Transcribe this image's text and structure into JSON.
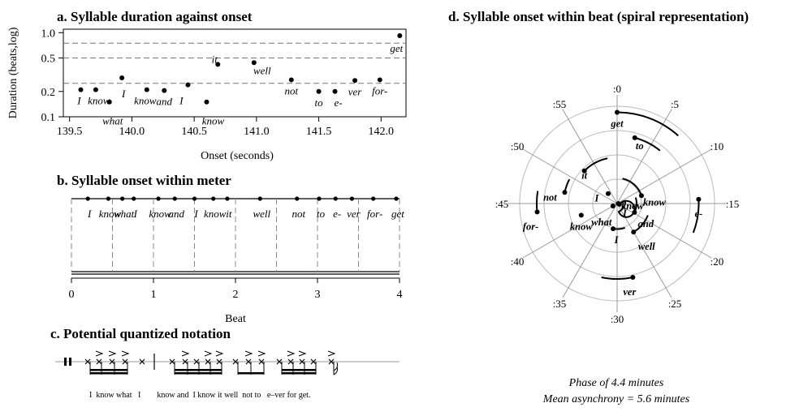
{
  "chart_data": [
    {
      "type": "scatter",
      "title": "a. Syllable duration against onset",
      "xlabel": "Onset (seconds)",
      "ylabel": "Duration (beats,log)",
      "x_ticks": [
        "139.5",
        "140.0",
        "140.5",
        "141.0",
        "141.5",
        "142.0"
      ],
      "y_ticks": [
        "0.1",
        "0.2",
        "0.5",
        "1.0"
      ],
      "xlim": [
        139.45,
        142.2
      ],
      "ylim": [
        0.1,
        1.1
      ],
      "y_scale": "log",
      "reference_lines": [
        0.25,
        0.5,
        0.75
      ],
      "points": [
        {
          "label": "I",
          "x": 139.59,
          "y": 0.21
        },
        {
          "label": "know",
          "x": 139.71,
          "y": 0.21
        },
        {
          "label": "what",
          "x": 139.82,
          "y": 0.15
        },
        {
          "label": "I",
          "x": 139.92,
          "y": 0.29
        },
        {
          "label": "know",
          "x": 140.12,
          "y": 0.21
        },
        {
          "label": "and",
          "x": 140.26,
          "y": 0.205
        },
        {
          "label": "I",
          "x": 140.45,
          "y": 0.24
        },
        {
          "label": "know",
          "x": 140.6,
          "y": 0.15
        },
        {
          "label": "it",
          "x": 140.69,
          "y": 0.42
        },
        {
          "label": "well",
          "x": 140.98,
          "y": 0.44
        },
        {
          "label": "not",
          "x": 141.28,
          "y": 0.275
        },
        {
          "label": "to",
          "x": 141.5,
          "y": 0.2
        },
        {
          "label": "e-",
          "x": 141.63,
          "y": 0.2
        },
        {
          "label": "ver",
          "x": 141.79,
          "y": 0.27
        },
        {
          "label": "for-",
          "x": 141.99,
          "y": 0.275
        },
        {
          "label": "get",
          "x": 142.15,
          "y": 0.92
        }
      ]
    },
    {
      "type": "scatter",
      "title": "b. Syllable onset within meter",
      "xlabel": "Beat",
      "x_ticks": [
        "0",
        "1",
        "2",
        "3",
        "4"
      ],
      "xlim": [
        0,
        4
      ],
      "subdivision_lines": [
        0.5,
        1,
        1.5,
        2,
        2.5,
        3,
        3.5
      ],
      "onsets": [
        {
          "label": "I",
          "beat": 0.2
        },
        {
          "label": "know",
          "beat": 0.45
        },
        {
          "label": "what",
          "beat": 0.62
        },
        {
          "label": "I",
          "beat": 0.76
        },
        {
          "label": "know",
          "beat": 1.06
        },
        {
          "label": "and",
          "beat": 1.26
        },
        {
          "label": "I",
          "beat": 1.5
        },
        {
          "label": "know",
          "beat": 1.73
        },
        {
          "label": "it",
          "beat": 1.9
        },
        {
          "label": "well",
          "beat": 2.3
        },
        {
          "label": "not",
          "beat": 2.75
        },
        {
          "label": "to",
          "beat": 3.02
        },
        {
          "label": "e-",
          "beat": 3.22
        },
        {
          "label": "ver",
          "beat": 3.42
        },
        {
          "label": "for-",
          "beat": 3.68
        },
        {
          "label": "get",
          "beat": 3.96
        }
      ]
    },
    {
      "type": "table",
      "title": "c. Potential quantized notation",
      "lyrics": "I  know what   I        know and  I know it well  not to   e–ver for get."
    },
    {
      "type": "scatter",
      "title": "d. Syllable onset within beat (spiral representation)",
      "angle_labels": [
        ":0",
        ":5",
        ":10",
        ":15",
        ":20",
        ":25",
        ":30",
        ":35",
        ":40",
        ":45",
        ":50",
        ":55"
      ],
      "rings": 4,
      "phase_caption": "Phase of 4.4 minutes",
      "asynchrony_caption": "Mean asynchrony = 5.6 minutes",
      "spiral_points": [
        {
          "label": "I",
          "minute": 15.5,
          "ring": 0.05
        },
        {
          "label": "know",
          "minute": 18.0,
          "ring": 0.1
        },
        {
          "label": "what",
          "minute": 40.0,
          "ring": 0.2
        },
        {
          "label": "I",
          "minute": 53.0,
          "ring": 0.55
        },
        {
          "label": "know",
          "minute": 12.0,
          "ring": 1.05
        },
        {
          "label": "and",
          "minute": 19.5,
          "ring": 0.8
        },
        {
          "label": "I",
          "minute": 31.5,
          "ring": 1.05
        },
        {
          "label": "know",
          "minute": 42.0,
          "ring": 1.55
        },
        {
          "label": "it",
          "minute": 52.5,
          "ring": 1.9
        },
        {
          "label": "well",
          "minute": 25.0,
          "ring": 1.35
        },
        {
          "label": "not",
          "minute": 47.0,
          "ring": 2.2
        },
        {
          "label": "to",
          "minute": 2.5,
          "ring": 2.8
        },
        {
          "label": "e-",
          "minute": 14.5,
          "ring": 3.35
        },
        {
          "label": "ver",
          "minute": 28.0,
          "ring": 3.1
        },
        {
          "label": "for-",
          "minute": 44.0,
          "ring": 3.3
        },
        {
          "label": "get",
          "minute": 0.0,
          "ring": 3.75
        }
      ]
    }
  ]
}
